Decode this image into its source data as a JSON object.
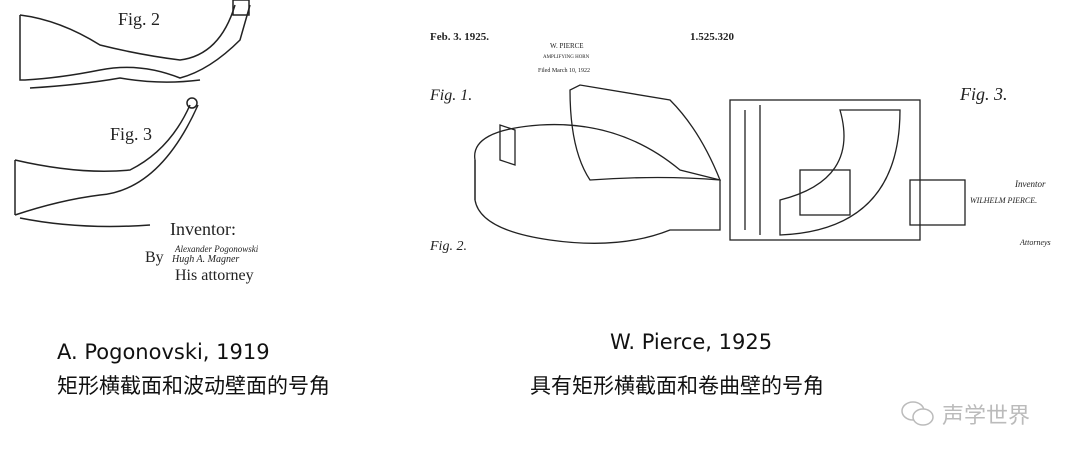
{
  "left_figure": {
    "fig2_label": "Fig. 2",
    "fig3_label": "Fig. 3",
    "inventor_label": "Inventor:",
    "inventor_name": "Alexander Pogonowski",
    "by_label": "By",
    "attorney_name": "Hugh A. Magner",
    "attorney_label": "His attorney"
  },
  "right_figure": {
    "date": "Feb. 3. 1925.",
    "patent_number": "1.525.320",
    "inventor_header": "W. PIERCE",
    "title": "AMPLIFYING HORN",
    "filed": "Filed March 10, 1922",
    "fig1_label": "Fig. 1.",
    "fig2_label": "Fig. 2.",
    "fig3_label": "Fig. 3.",
    "inventor_label": "Inventor",
    "inventor_name": "WILHELM PIERCE.",
    "attorneys_label": "Attorneys"
  },
  "captions": {
    "left_line1": "A.   Pogonovski, 1919",
    "left_line2": "矩形横截面和波动壁面的号角",
    "right_line1": "W. Pierce, 1925",
    "right_line2": "具有矩形横截面和卷曲壁的号角"
  },
  "watermark": {
    "icon": "wechat-icon",
    "text": "声学世界"
  }
}
